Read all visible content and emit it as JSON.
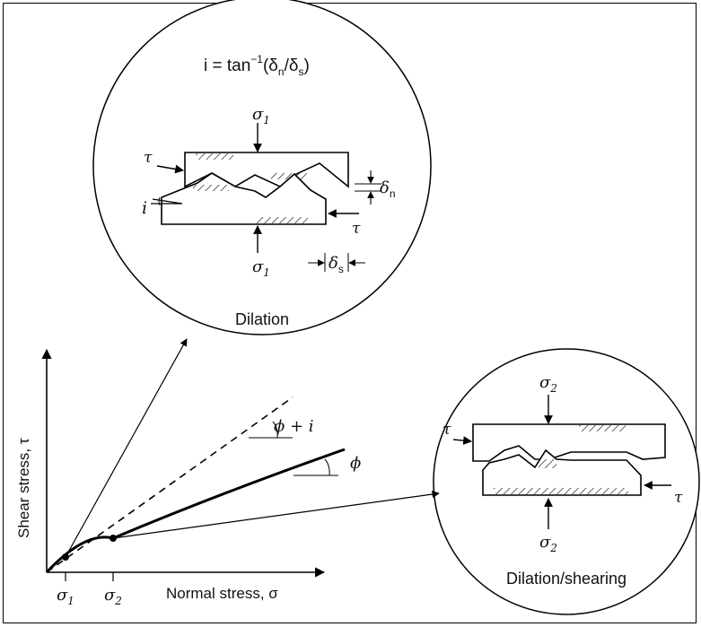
{
  "top_circle": {
    "equation": {
      "prefix": "i = tan",
      "exp": "−1",
      "open": "(δ",
      "n": "n",
      "slash": "/δ",
      "s": "s",
      "close": ")"
    },
    "sigma": "σ",
    "sigma_sub": "1",
    "tau": "τ",
    "i": "i",
    "delta": "δ",
    "delta_n_sub": "n",
    "delta_s_sub": "s",
    "caption": "Dilation"
  },
  "bottom_circle": {
    "sigma": "σ",
    "sigma_sub": "2",
    "tau": "τ",
    "caption": "Dilation/shearing"
  },
  "graph": {
    "y_axis_label": "Shear stress, τ",
    "x_axis_label": "Normal stress, σ",
    "sigma": "σ",
    "x_tick_1_sub": "1",
    "x_tick_2_sub": "2",
    "dashed_label": "ϕ + i",
    "solid_label": "ϕ"
  }
}
